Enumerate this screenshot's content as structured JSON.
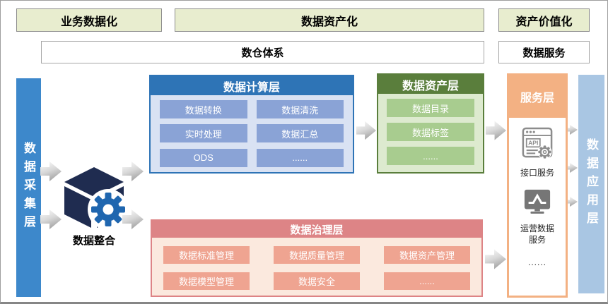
{
  "top_bands": {
    "business": "业务数据化",
    "asset": "数据资产化",
    "value": "资产价值化"
  },
  "system_row": {
    "warehouse": "数仓体系",
    "service": "数据服务"
  },
  "collection_bar": {
    "label": "数据采集层"
  },
  "application_bar": {
    "label": "数据应用层"
  },
  "integration": {
    "label": "数据整合"
  },
  "compute_layer": {
    "title": "数据计算层",
    "items": [
      "数据转换",
      "数据清洗",
      "实时处理",
      "数据汇总",
      "ODS",
      "......"
    ]
  },
  "asset_layer": {
    "title": "数据资产层",
    "items": [
      "数据目录",
      "数据标签",
      "......"
    ]
  },
  "governance_layer": {
    "title": "数据治理层",
    "items": [
      "数据标准管理",
      "数据质量管理",
      "数据资产管理",
      "数据模型管理",
      "数据安全",
      "......"
    ]
  },
  "service_layer": {
    "title": "服务层",
    "api_icon_text": "API",
    "items": [
      {
        "icon": "api-service-icon",
        "label": "接口服务"
      },
      {
        "icon": "operation-data-icon",
        "label": "运营数据服务"
      }
    ],
    "more": "......"
  },
  "colors": {
    "collection_blue": "#3d88cb",
    "application_blue": "#a9c6e3",
    "compute_blue": "#2e74b6",
    "asset_green": "#5a7e3c",
    "governance_red": "#dd8486",
    "service_orange": "#f3b183",
    "band_green": "#e8edcf",
    "gear_blue": "#1f66af",
    "cube_navy": "#1f2c50"
  }
}
